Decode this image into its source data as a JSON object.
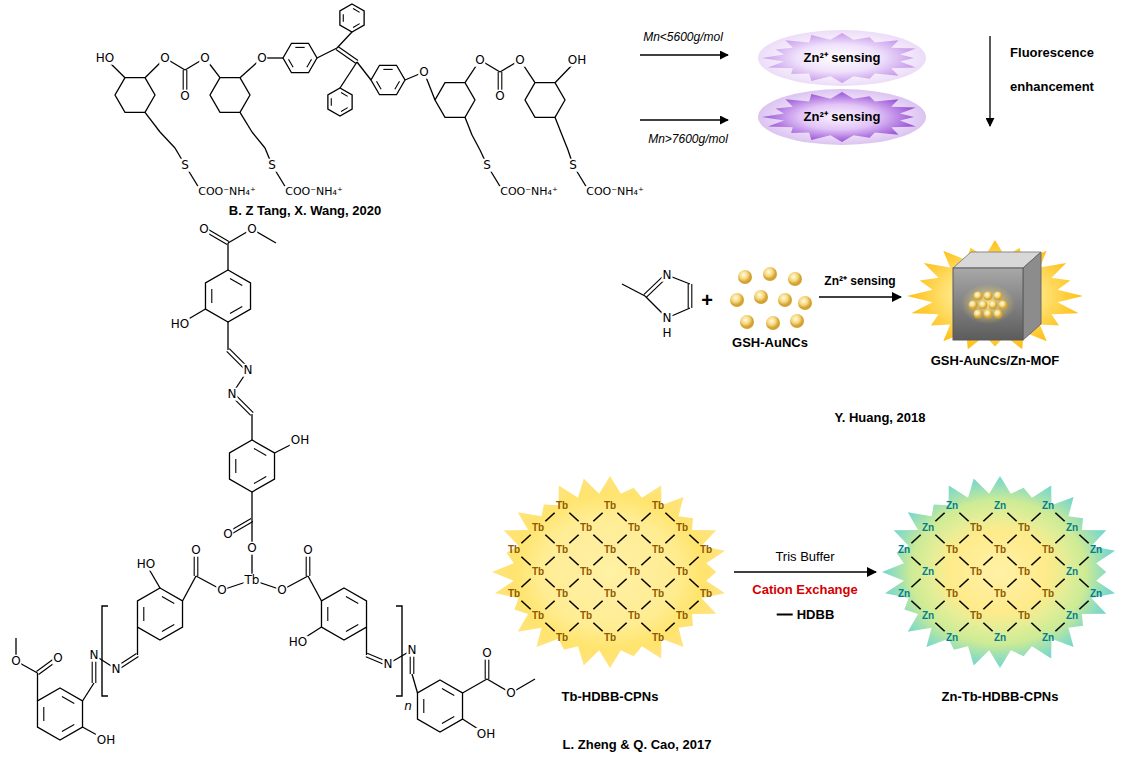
{
  "diagram": {
    "nodes": [
      {
        "text": [
          "Zn²⁺ sensing"
        ]
      },
      {
        "text": [
          "Zn²⁺ sensing"
        ]
      },
      {
        "text": [
          "GSH-AuNCs"
        ]
      },
      {
        "text": [
          "GSH-AuNCs/Zn-MOF"
        ]
      },
      {
        "text": [
          "Tb-HDBB-CPNs"
        ]
      },
      {
        "text": [
          "Zn-Tb-HDBB-CPNs"
        ]
      }
    ],
    "edges": [
      {
        "from": 2,
        "to": 3,
        "arrow": "to",
        "label": "Zn²⁺ sensing"
      },
      {
        "from": 4,
        "to": 5,
        "arrow": "to",
        "label": "Tris Buffer"
      }
    ],
    "labels": [
      "Mn<5600g/mol",
      "Mn>7600g/mol",
      "Fluorescence enhancement",
      "B. Z Tang, X. Wang, 2020",
      "HO",
      "O",
      "O",
      "O",
      "O",
      "O",
      "O",
      "O",
      "O",
      "OH",
      "S",
      "S",
      "S",
      "S",
      "COO⁻NH₄⁺",
      "COO⁻NH₄⁺",
      "COO⁻NH₄⁺",
      "COO⁻NH₄⁺",
      "N",
      "N",
      "H",
      "+",
      "Y. Huang, 2018",
      "Cation Exchange",
      "L. Zheng & Q. Cao, 2017",
      "O",
      "O",
      "HO",
      "N",
      "N",
      "OH",
      "O",
      "O",
      "Tb",
      "O",
      "O",
      "O",
      "O",
      "HO",
      "HO",
      "N",
      "N",
      "N",
      "N",
      "n",
      "O",
      "O",
      "OH",
      "O",
      "O",
      "OH",
      "Tb",
      "Tb",
      "Tb",
      "Tb",
      "Tb",
      "Tb",
      "Tb",
      "Tb",
      "Tb",
      "Tb",
      "Tb",
      "Tb",
      "Tb",
      "Tb",
      "Tb",
      "Tb",
      "Tb",
      "Tb",
      "Tb",
      "Tb",
      "Tb",
      "Tb",
      "Tb",
      "Tb",
      "Tb",
      "Tb",
      "Tb",
      "Tb",
      "Zn",
      "Zn",
      "Zn",
      "Zn",
      "Tb",
      "Tb",
      "Zn",
      "Zn",
      "Tb",
      "Tb",
      "Tb",
      "Zn",
      "Zn",
      "Tb",
      "Tb",
      "Zn",
      "Zn",
      "Tb",
      "Tb",
      "Tb",
      "Zn",
      "Zn",
      "Tb",
      "Tb",
      "Zn",
      "Zn",
      "Zn",
      "Zn"
    ],
    "legend": [
      {
        "text": "HDBB"
      }
    ]
  }
}
